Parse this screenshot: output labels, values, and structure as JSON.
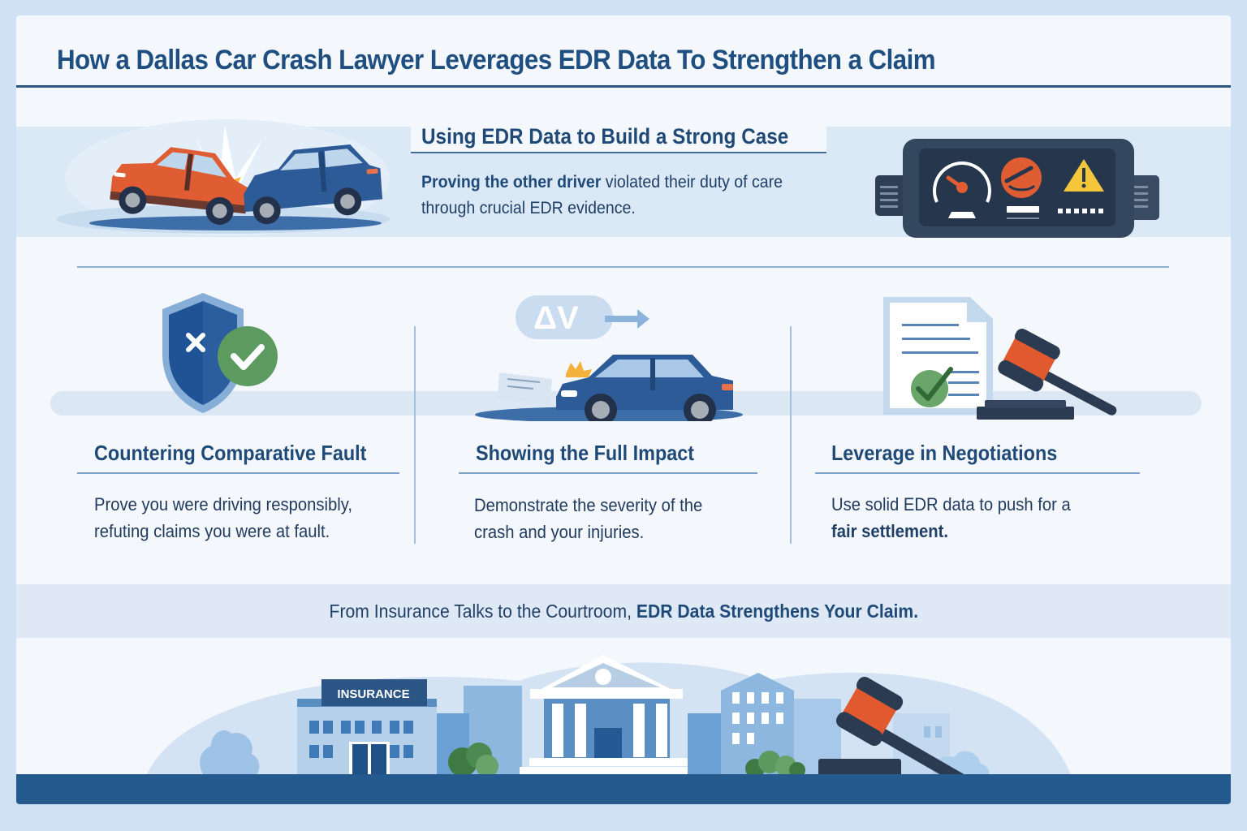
{
  "header": {
    "title": "How a Dallas Car Crash Lawyer Leverages EDR Data To Strengthen a Claim"
  },
  "hero": {
    "heading": "Using EDR Data to Build a Strong Case",
    "desc_bold": "Proving the other driver",
    "desc_rest_line1": " violated their duty of care",
    "desc_line2": "through crucial EDR evidence.",
    "left_icon": "car-crash-icon",
    "right_icon": "edr-device-icon"
  },
  "columns": [
    {
      "icon": "shield-check-icon",
      "heading": "Countering Comparative Fault",
      "desc_line1": "Prove you were driving responsibly,",
      "desc_line2": "refuting claims you were at fault."
    },
    {
      "icon": "impact-car-icon",
      "icon_label": "ΔV",
      "heading": "Showing the Full Impact",
      "desc_line1": "Demonstrate the severity of the",
      "desc_line2": "crash and your injuries."
    },
    {
      "icon": "document-gavel-icon",
      "heading": "Leverage in Negotiations",
      "desc_line1": "Use solid EDR data to push for a",
      "desc_line2_bold": "fair settlement."
    }
  ],
  "footer": {
    "tagline_regular": "From Insurance Talks to the Courtroom, ",
    "tagline_bold": "EDR Data Strengthens Your Claim.",
    "insurance_sign": "INSURANCE",
    "illustration": "city-skyline-courthouse-gavel-icon"
  },
  "colors": {
    "background": "#cfe1f3",
    "card": "#f4f7fc",
    "navy": "#1f4a78",
    "ground": "#245a8e",
    "orange": "#e0592f",
    "car_blue": "#2c5b98",
    "green": "#5c9a5f",
    "warning_yellow": "#f4c63a"
  }
}
